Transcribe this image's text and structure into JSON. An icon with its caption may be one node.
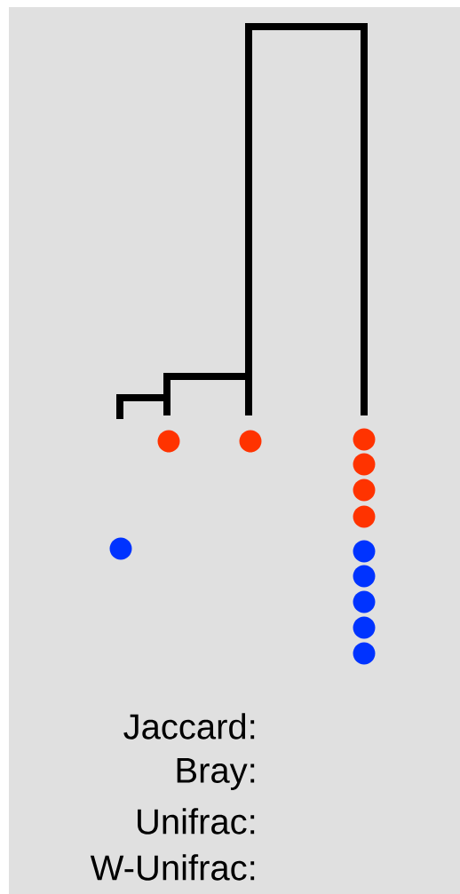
{
  "diagram": {
    "labels": [
      "Jaccard:",
      "Bray:",
      "Unifrac:",
      "W-Unifrac:"
    ]
  }
}
